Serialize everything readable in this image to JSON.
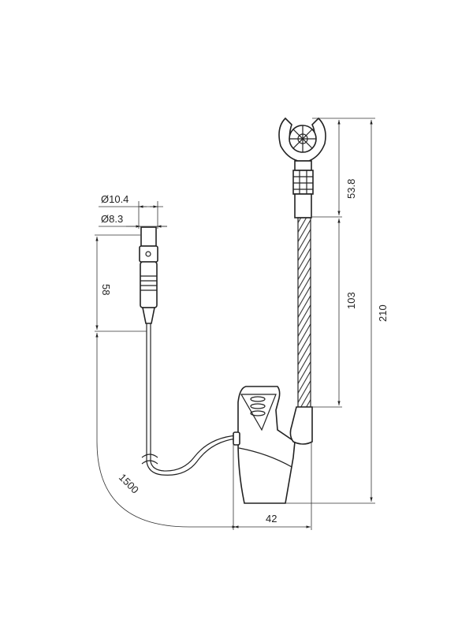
{
  "drawing": {
    "dimensions": {
      "outer_diameter": "Ø10.4",
      "inner_diameter": "Ø8.3",
      "connector_length": "58",
      "cable_length": "1500",
      "handle_width": "42",
      "head_length": "53.8",
      "gooseneck_length": "103",
      "total_height": "210"
    }
  }
}
